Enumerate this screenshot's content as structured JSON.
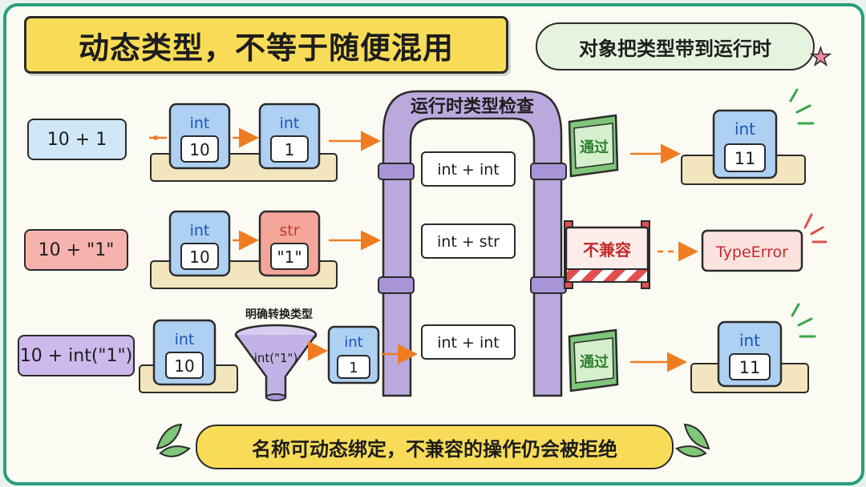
{
  "title": "动态类型，不等于随便混用",
  "subtitle": "对象把类型带到运行时",
  "footer": "名称可动态绑定，不兼容的操作仍会被拒绝",
  "gate_label": "运行时类型检查",
  "convert_label": "明确转换类型",
  "rows": [
    {
      "expression": "10 + 1",
      "left": {
        "type": "int",
        "value": "10"
      },
      "right": {
        "type": "int",
        "value": "1"
      },
      "check": "int + int",
      "verdict": "通过",
      "result": {
        "type": "int",
        "value": "11"
      }
    },
    {
      "expression": "10 + \"1\"",
      "left": {
        "type": "int",
        "value": "10"
      },
      "right": {
        "type": "str",
        "value": "\"1\""
      },
      "check": "int + str",
      "verdict": "不兼容",
      "result": {
        "value": "TypeError"
      }
    },
    {
      "expression": "10 + int(\"1\")",
      "left": {
        "type": "int",
        "value": "10"
      },
      "funnel": "int(\"1\")",
      "right": {
        "type": "int",
        "value": "1"
      },
      "check": "int + int",
      "verdict": "通过",
      "result": {
        "type": "int",
        "value": "11"
      }
    }
  ],
  "colors": {
    "frame": "#2a9d7e",
    "title_bg": "#f8dc57",
    "int_box": "#aed0f2",
    "str_box": "#f4a69b",
    "gate": "#bba9de",
    "pass_sign": "#7fc67a",
    "error": "#e34f4f",
    "arrow": "#f07c22"
  }
}
